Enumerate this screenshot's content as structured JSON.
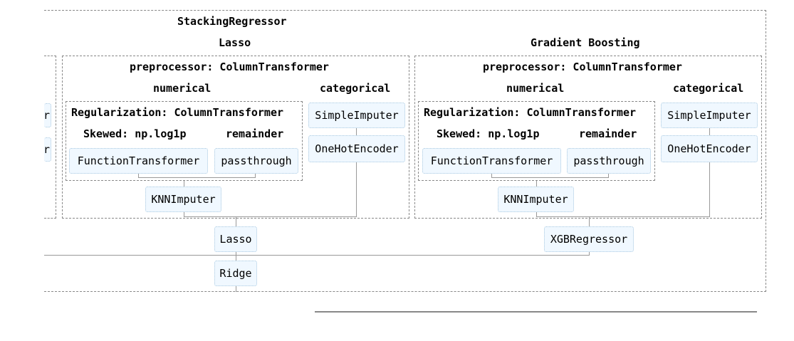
{
  "diagram": {
    "title": "StackingRegressor",
    "lasso_branch": {
      "label": "Lasso",
      "preprocessor_label": "preprocessor: ColumnTransformer",
      "numerical_label": "numerical",
      "categorical_label": "categorical",
      "regularization_label": "Regularization: ColumnTransformer",
      "skewed_label": "Skewed: np.log1p",
      "remainder_label": "remainder",
      "function_transformer": "FunctionTransformer",
      "passthrough": "passthrough",
      "knn_imputer": "KNNImputer",
      "simple_imputer": "SimpleImputer",
      "onehot_encoder": "OneHotEncoder",
      "estimator": "Lasso"
    },
    "gb_branch": {
      "label": "Gradient Boosting",
      "preprocessor_label": "preprocessor: ColumnTransformer",
      "numerical_label": "numerical",
      "categorical_label": "categorical",
      "regularization_label": "Regularization: ColumnTransformer",
      "skewed_label": "Skewed: np.log1p",
      "remainder_label": "remainder",
      "function_transformer": "FunctionTransformer",
      "passthrough": "passthrough",
      "knn_imputer": "KNNImputer",
      "simple_imputer": "SimpleImputer",
      "onehot_encoder": "OneHotEncoder",
      "estimator": "XGBRegressor"
    },
    "left_clipped": [
      "r",
      "r"
    ],
    "final_estimator": "Ridge"
  }
}
